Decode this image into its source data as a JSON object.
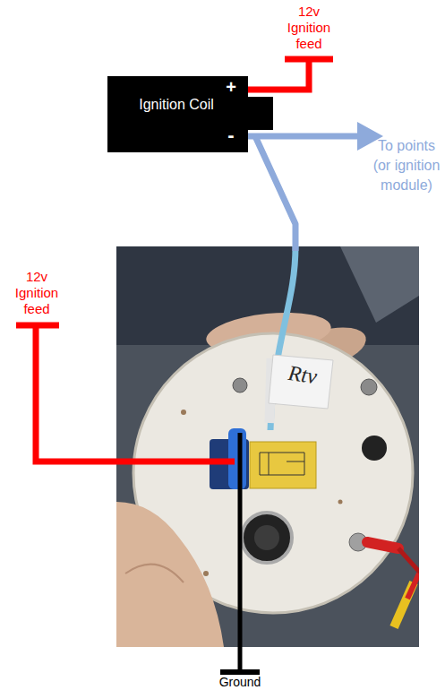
{
  "diagram": {
    "nodes": [
      {
        "text": [
          "Ignition Coil"
        ]
      }
    ],
    "labels": [
      "12v Ignition feed",
      "+",
      "-",
      "To points (or ignition module)",
      "12v Ignition feed",
      "Rtv",
      "Ground"
    ]
  }
}
